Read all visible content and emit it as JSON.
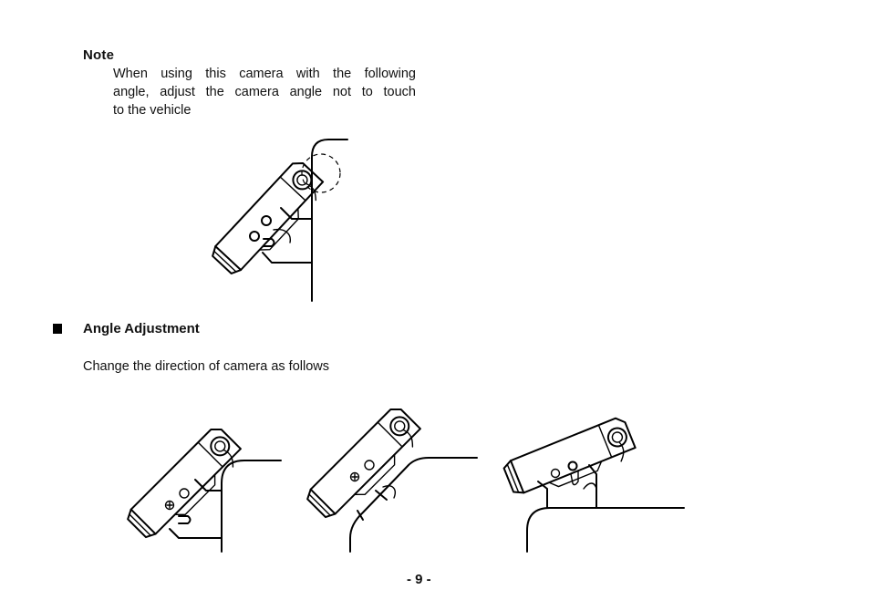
{
  "note": {
    "heading": "Note",
    "lines": [
      "When using this camera with the following",
      "angle, adjust the camera angle not to touch",
      "to the vehicle"
    ]
  },
  "section": {
    "title": "Angle Adjustment",
    "body": "Change the direction of camera as follows"
  },
  "page_number": "- 9 -"
}
